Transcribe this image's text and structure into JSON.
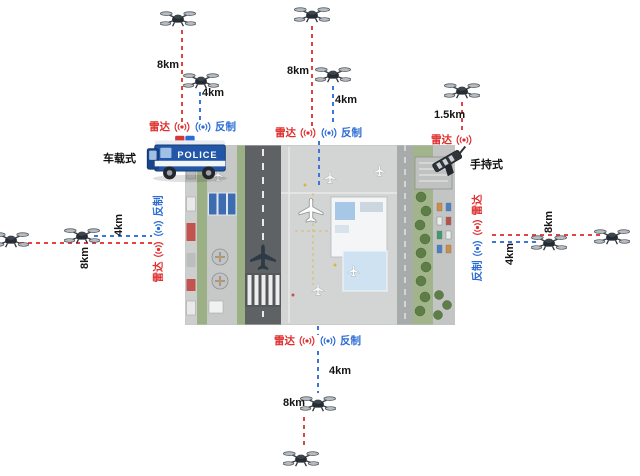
{
  "diagram": {
    "labels": {
      "radar": "雷达",
      "counter": "反制",
      "vehicle_mounted": "车载式",
      "handheld": "手持式",
      "police": "POLICE"
    },
    "colors": {
      "radar_red": "#e24444",
      "counter_blue": "#3a77d6"
    },
    "distances": {
      "top_left_far": "8km",
      "top_left_near": "4km",
      "top_mid_far": "8km",
      "top_mid_near": "4km",
      "top_right_near": "1.5km",
      "left_near": "4km",
      "left_far": "8km",
      "right_near": "4km",
      "right_far": "8km",
      "bottom_near": "4km",
      "bottom_far": "8km"
    }
  }
}
